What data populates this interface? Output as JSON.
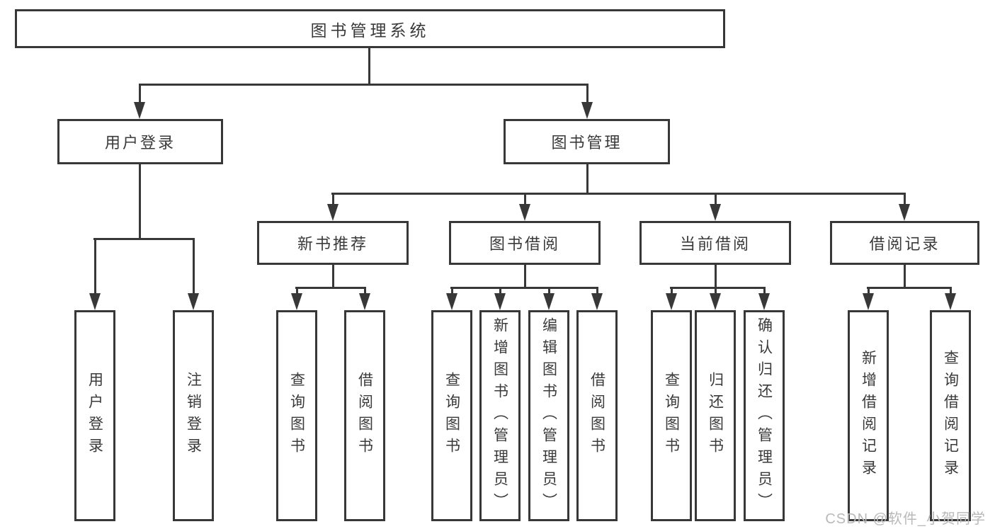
{
  "tree": {
    "root": "图书管理系统",
    "children": [
      {
        "label": "用户登录",
        "children": [
          {
            "label": "用户登录"
          },
          {
            "label": "注销登录"
          }
        ]
      },
      {
        "label": "图书管理",
        "children": [
          {
            "label": "新书推荐",
            "children": [
              {
                "label": "查询图书"
              },
              {
                "label": "借阅图书"
              }
            ]
          },
          {
            "label": "图书借阅",
            "children": [
              {
                "label": "查询图书"
              },
              {
                "label": "新增图书（管理员）"
              },
              {
                "label": "编辑图书（管理员）"
              },
              {
                "label": "借阅图书"
              }
            ]
          },
          {
            "label": "当前借阅",
            "children": [
              {
                "label": "查询图书"
              },
              {
                "label": "归还图书"
              },
              {
                "label": "确认归还（管理员）"
              }
            ]
          },
          {
            "label": "借阅记录",
            "children": [
              {
                "label": "新增借阅记录"
              },
              {
                "label": "查询借阅记录"
              }
            ]
          }
        ]
      }
    ]
  },
  "watermark": {
    "text": "CSDN @软件_小贺同学"
  },
  "colors": {
    "line": "#383838",
    "text": "#3a3a3a",
    "watermark": "#b9b9b9",
    "background": "#ffffff"
  }
}
